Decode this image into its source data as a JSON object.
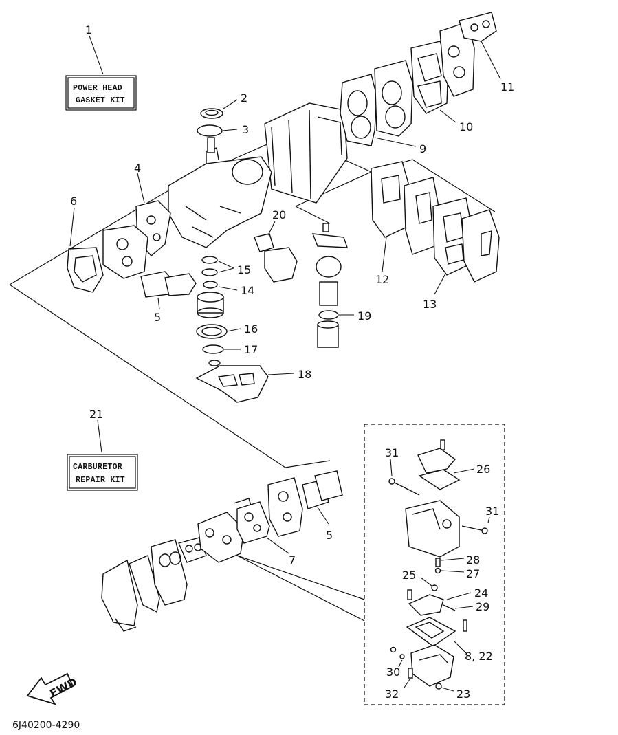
{
  "kits": {
    "power_head": {
      "number": "1",
      "line1": "POWER HEAD",
      "line2": "GASKET KIT"
    },
    "carburetor": {
      "number": "21",
      "line1": "CARBURETOR",
      "line2": "REPAIR KIT"
    }
  },
  "callouts": {
    "c2": "2",
    "c3": "3",
    "c4": "4",
    "c5a": "5",
    "c5b": "5",
    "c6": "6",
    "c7": "7",
    "c8_22": "8, 22",
    "c9": "9",
    "c10": "10",
    "c11": "11",
    "c12": "12",
    "c13": "13",
    "c14": "14",
    "c15": "15",
    "c16": "16",
    "c17": "17",
    "c18": "18",
    "c19": "19",
    "c20": "20",
    "c23": "23",
    "c24": "24",
    "c25": "25",
    "c26": "26",
    "c27": "27",
    "c28": "28",
    "c29": "29",
    "c30": "30",
    "c31a": "31",
    "c31b": "31",
    "c32": "32"
  },
  "fwd_label": "FWD",
  "diagram_code": "6J40200-4290"
}
